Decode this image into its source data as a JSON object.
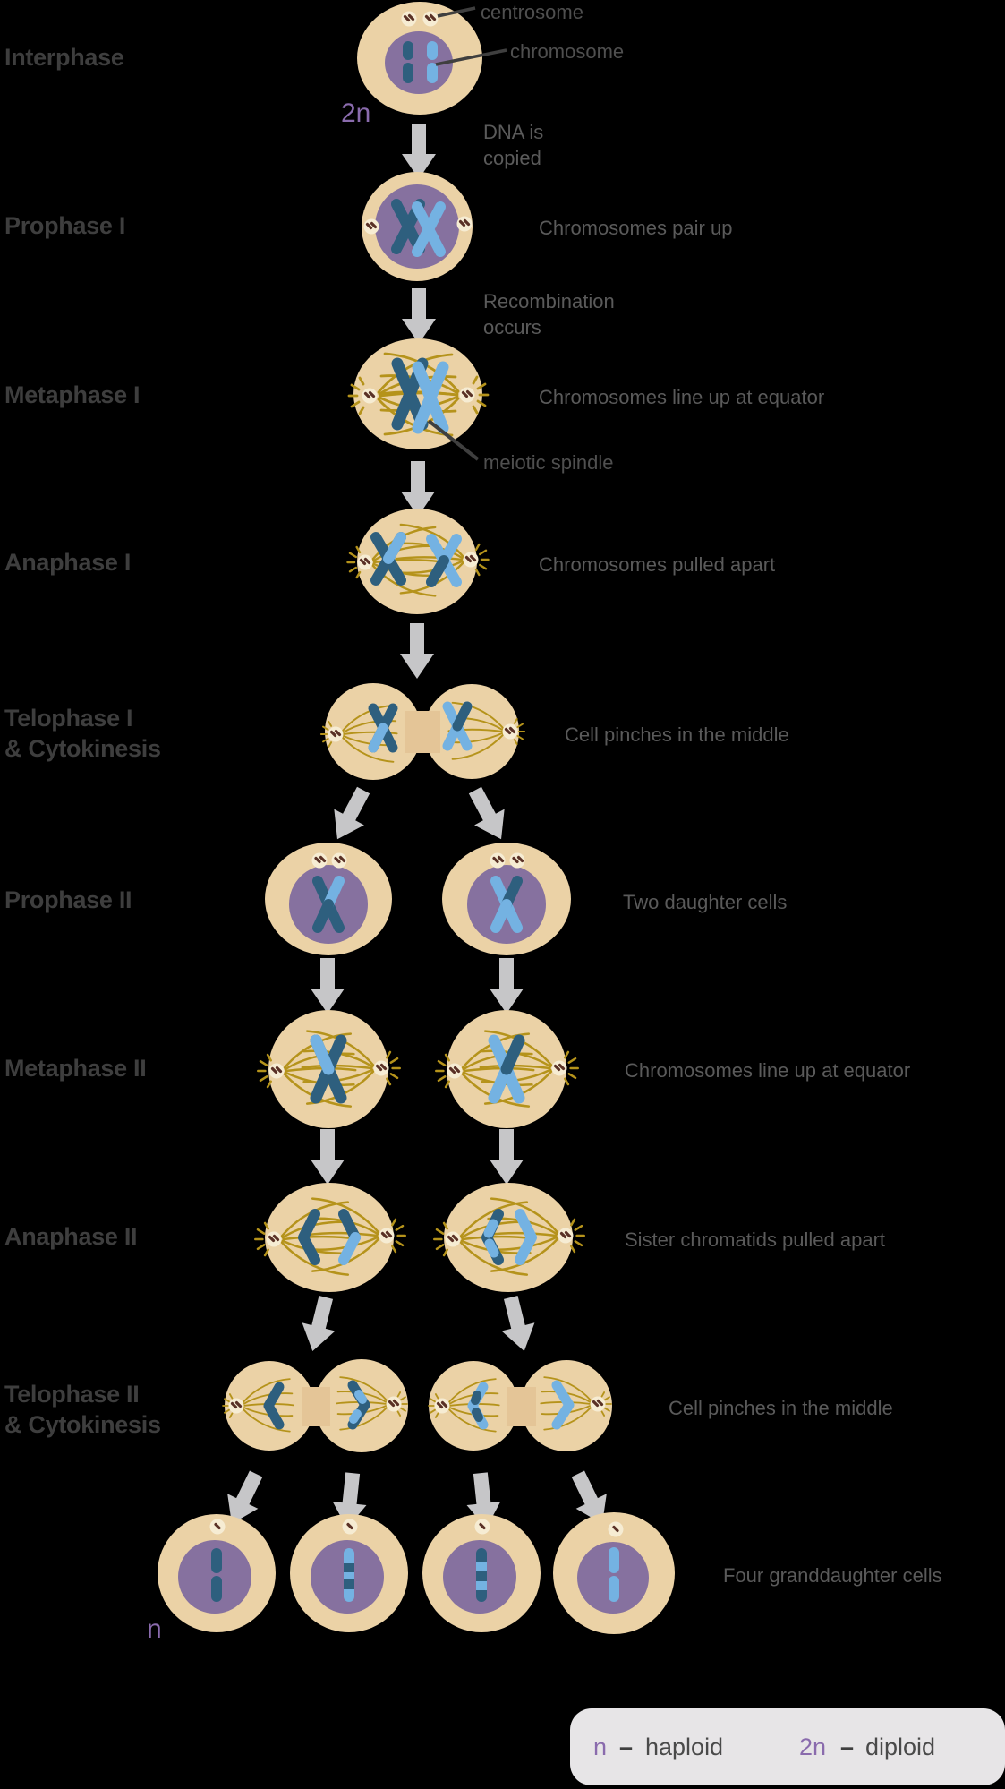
{
  "colors": {
    "background": "#000000",
    "cell_body": "#ebd2a6",
    "cell_bridge": "#e4c597",
    "nucleus": "#86719f",
    "chromosome_dark": "#2e5f7e",
    "chromosome_light": "#74b2e2",
    "spindle_fiber": "#b5931b",
    "centrosome_fill": "#f6ecd3",
    "centrosome_speck": "#5a3126",
    "arrow": "#c6c6c8",
    "stage_label": "#3e3e3e",
    "annotation": "#5a5a5a",
    "ploidy_purple": "#8a6bad",
    "legend_bg": "#e7e5e7"
  },
  "stages": [
    {
      "label": "Interphase"
    },
    {
      "label": "Prophase I"
    },
    {
      "label": "Metaphase I"
    },
    {
      "label": "Anaphase I"
    },
    {
      "label": "Telophase I",
      "label2": "& Cytokinesis"
    },
    {
      "label": "Prophase II"
    },
    {
      "label": "Metaphase II"
    },
    {
      "label": "Anaphase II"
    },
    {
      "label": "Telophase II",
      "label2": "& Cytokinesis"
    }
  ],
  "callouts": {
    "centrosome": "centrosome",
    "chromosome": "chromosome",
    "meiotic_spindle": "meiotic spindle"
  },
  "transitions": {
    "dna_copied": {
      "line1": "DNA is",
      "line2": "copied"
    },
    "recombination": {
      "line1": "Recombination",
      "line2": "occurs"
    }
  },
  "annotations": {
    "prophase1": "Chromosomes pair up",
    "metaphase1": "Chromosomes line up at equator",
    "anaphase1": "Chromosomes pulled apart",
    "telophase1": "Cell pinches in the middle",
    "prophase2": "Two daughter cells",
    "metaphase2": "Chromosomes line up at equator",
    "anaphase2": "Sister chromatids pulled apart",
    "telophase2": "Cell pinches in the middle",
    "final": "Four granddaughter cells"
  },
  "ploidy": {
    "diploid": "2n",
    "haploid": "n"
  },
  "legend": {
    "haploid_symbol": "n",
    "haploid_term": "haploid",
    "diploid_symbol": "2n",
    "diploid_term": "diploid",
    "separator": "–"
  }
}
